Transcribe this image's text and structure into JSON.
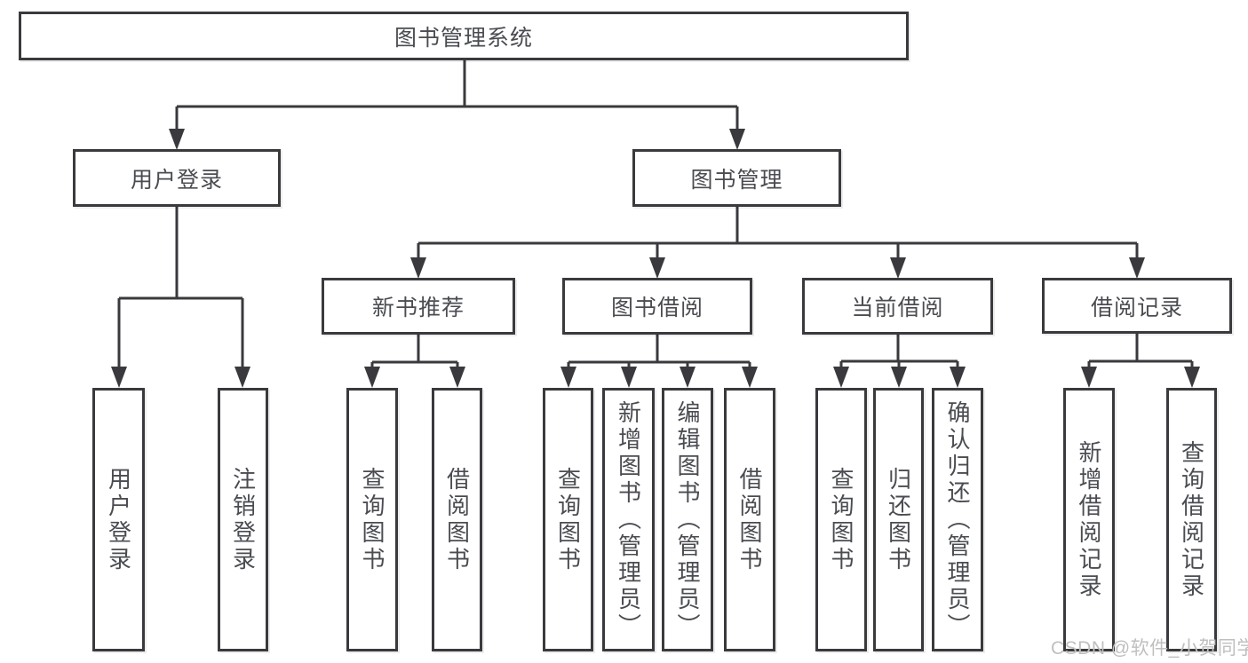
{
  "diagram": {
    "root": "图书管理系统",
    "branches": [
      {
        "label": "用户登录",
        "children": [
          "用户登录",
          "注销登录"
        ]
      },
      {
        "label": "图书管理",
        "groups": [
          {
            "label": "新书推荐",
            "children": [
              "查询图书",
              "借阅图书"
            ]
          },
          {
            "label": "图书借阅",
            "children": [
              "查询图书",
              "新增图书（管理员）",
              "编辑图书（管理员）",
              "借阅图书"
            ]
          },
          {
            "label": "当前借阅",
            "children": [
              "查询图书",
              "归还图书",
              "确认归还（管理员）"
            ]
          },
          {
            "label": "借阅记录",
            "children": [
              "新增借阅记录",
              "查询借阅记录"
            ]
          }
        ]
      }
    ]
  },
  "watermark": {
    "text": "CSDN @软件_小贺同学"
  },
  "colors": {
    "line": "#3a3a3e",
    "text": "#4a4c51",
    "wm": "#bfbfbf",
    "bg": "#ffffff"
  }
}
